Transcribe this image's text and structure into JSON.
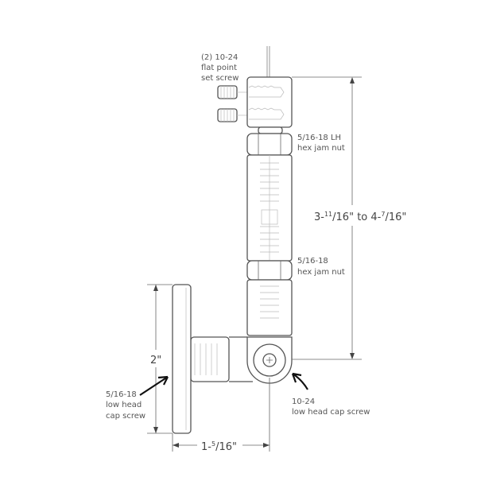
{
  "labels": {
    "set_screw": [
      "(2) 10-24",
      "flat point",
      "set screw"
    ],
    "upper_nut": [
      "5/16-18 LH",
      "hex jam nut"
    ],
    "lower_nut": [
      "5/16-18",
      "hex jam nut"
    ],
    "plate_screw": [
      "5/16-18",
      "low head",
      "cap screw"
    ],
    "elbow_screw": [
      "10-24",
      "low head cap screw"
    ]
  },
  "dimensions": {
    "length": {
      "a_whole": "3-",
      "a_num": "11",
      "a_den": "/16\"",
      "to": " to ",
      "b_whole": "4-",
      "b_num": "7",
      "b_den": "/16\""
    },
    "plate_height": "2\"",
    "offset": {
      "whole": "1-",
      "num": "5",
      "den": "/16\""
    }
  }
}
